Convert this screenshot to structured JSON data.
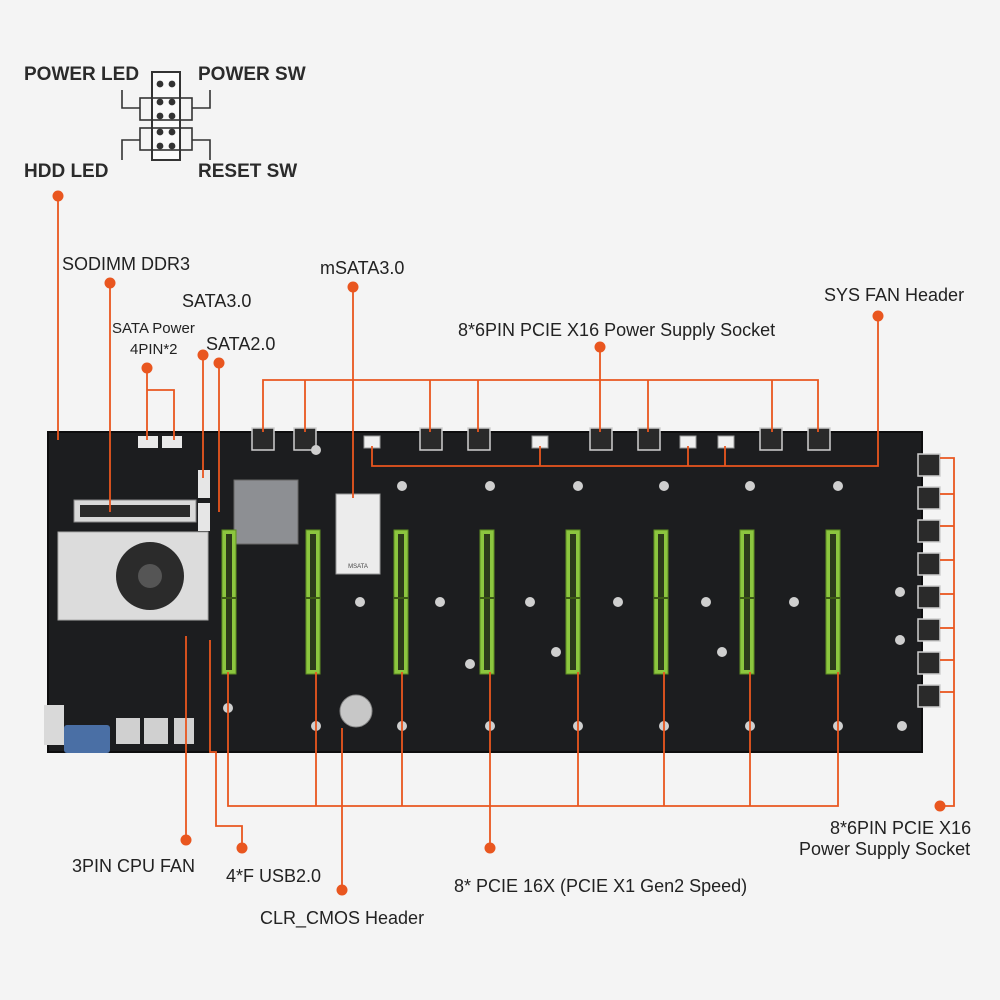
{
  "colors": {
    "accent": "#e9561f",
    "board": "#1c1d1f",
    "slot_green": "#8cc63f",
    "background": "#f4f4f4"
  },
  "header_labels": {
    "power_led": "POWER LED",
    "power_sw": "POWER SW",
    "hdd_led": "HDD  LED",
    "reset_sw": "RESET SW"
  },
  "callouts": {
    "sodimm": "SODIMM DDR3",
    "sata3": "SATA3.0",
    "sata_power_line1": "SATA Power",
    "sata_power_line2": "4PIN*2",
    "sata2": "SATA2.0",
    "msata": "mSATA3.0",
    "pcie_power_top": "8*6PIN PCIE X16 Power Supply Socket",
    "sys_fan": "SYS FAN Header",
    "pcie_power_right_line1": "8*6PIN PCIE X16",
    "pcie_power_right_line2": "Power Supply Socket",
    "cpu_fan": "3PIN CPU FAN",
    "usb": "4*F USB2.0",
    "clr_cmos": "CLR_CMOS Header",
    "pcie_slots": "8* PCIE 16X (PCIE X1 Gen2 Speed)"
  },
  "board": {
    "pcie_slot_count": 8,
    "power_socket_top_count": 8,
    "power_socket_right_count": 8,
    "fan_header_count": 4,
    "msata_label": "MSATA"
  }
}
